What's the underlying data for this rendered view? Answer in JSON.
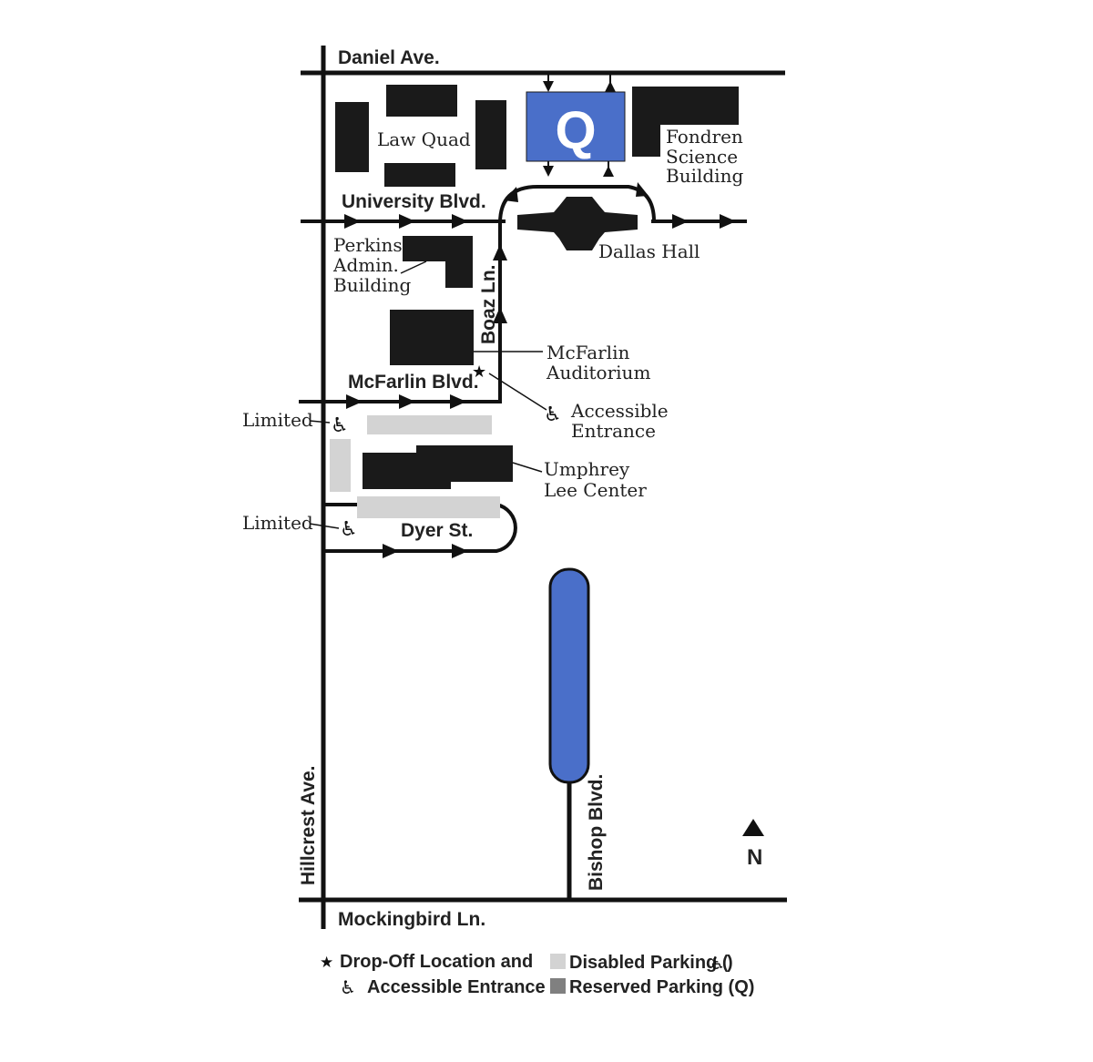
{
  "streets": {
    "daniel": "Daniel Ave.",
    "university": "University Blvd.",
    "mcfarlin": "McFarlin Blvd.",
    "boaz": "Boaz Ln.",
    "dyer": "Dyer St.",
    "hillcrest": "Hillcrest Ave.",
    "bishop": "Bishop Blvd.",
    "mockingbird": "Mockingbird Ln."
  },
  "buildings": {
    "law_quad": "Law Quad",
    "fondren": [
      "Fondren",
      "Science",
      "Building"
    ],
    "dallas_hall": "Dallas Hall",
    "perkins": [
      "Perkins",
      "Admin.",
      "Building"
    ],
    "mcfarlin_aud": [
      "McFarlin",
      "Auditorium"
    ],
    "umphrey": [
      "Umphrey",
      "Lee Center"
    ],
    "accessible_entrance": [
      "Accessible",
      "Entrance"
    ]
  },
  "parking": {
    "reserved_marker": "Q",
    "limited_1": "Limited",
    "limited_2": "Limited"
  },
  "compass": {
    "north": "N"
  },
  "legend": {
    "dropoff_line1": "Drop-Off Location and",
    "dropoff_line2": "Accessible Entrance",
    "disabled": "Disabled Parking (",
    "disabled_close": ")",
    "reserved": "Reserved Parking (Q)"
  },
  "colors": {
    "reserved_blue": "#4a6fc9",
    "disabled_gray": "#d3d3d3",
    "reserved_legend_gray": "#808080",
    "building": "#1a1a1a"
  },
  "icons": {
    "wheelchair": "♿",
    "star": "★"
  }
}
